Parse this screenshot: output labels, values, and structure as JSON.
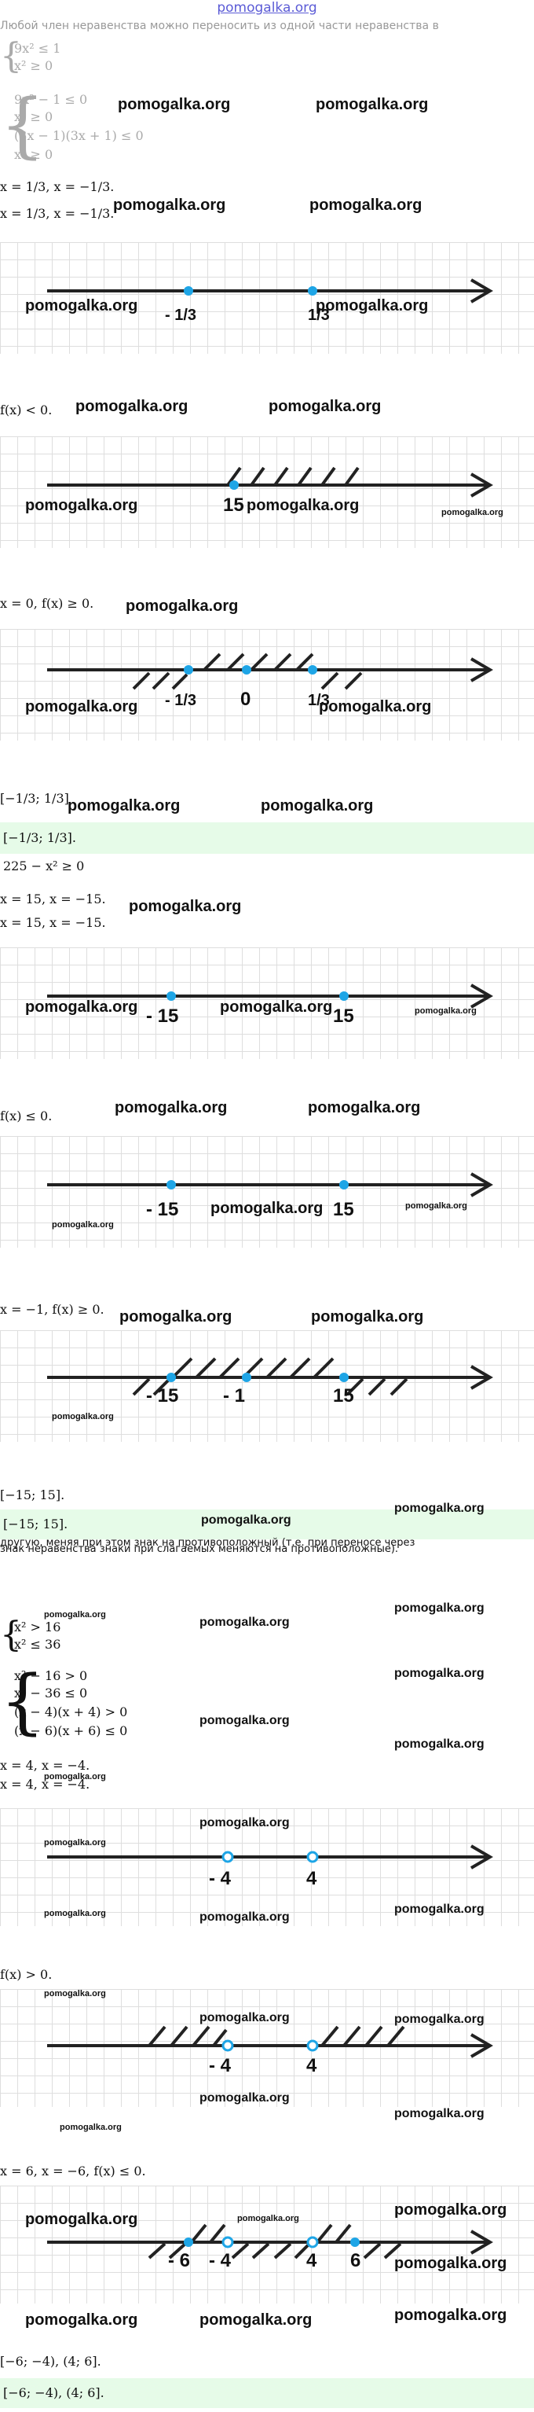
{
  "site_title": "pomogalka.org",
  "watermark": "pomogalka.org",
  "intro_text": "Любой член неравенства можно переносить из одной части неравенства в",
  "intro_text_2": "другую, меняя при этом знак на противоположный (т.е. при переносе через",
  "intro_text_3": "знак неравенства знаки при слагаемых меняются на противоположные).",
  "task1": {
    "system1": [
      "9x² ≤ 1",
      "x² ≥ 0"
    ],
    "system2": [
      "9x² − 1 ≤ 0",
      "x² ≥ 0",
      "(3x − 1)(3x + 1) ≤ 0",
      "x² ≥ 0"
    ],
    "roots_line": "x = 1/3, x = −1/3.",
    "roots_line_2": "x = 1/3, x = −1/3.",
    "sign_line": "f(x) < 0.",
    "check_line": "x = 0, f(x) ≥ 0.",
    "answer": "[−1/3; 1/3]",
    "answer_box": "[−1/3; 1/3].",
    "labels": {
      "neg_third": "- 1/3",
      "third": "1/3",
      "fifteen": "15",
      "zero": "0"
    }
  },
  "task2": {
    "system_line": "225 − x² ≥ 0",
    "roots_line": "x = 15, x = −15.",
    "roots_line_2": "x = 15, x = −15.",
    "sign_line": "f(x) ≤ 0.",
    "check_line": "x = −1, f(x) ≥ 0.",
    "answer": "[−15; 15].",
    "answer_box": "[−15; 15].",
    "labels": {
      "neg15": "- 15",
      "pos15": "15",
      "neg1": "- 1"
    }
  },
  "task3": {
    "system1": [
      "x² > 16",
      "x² ≤ 36"
    ],
    "system2": [
      "x² − 16 > 0",
      "x² − 36 ≤ 0",
      "(x − 4)(x + 4) > 0",
      "(x − 6)(x + 6) ≤ 0"
    ],
    "roots_line": "x = 4, x = −4.",
    "roots_line_2": "x = 4, x = −4.",
    "sign_line": "f(x) > 0.",
    "check_line": "x = 6, x = −6, f(x) ≤ 0.",
    "answer": "[−6; −4), (4; 6].",
    "answer_box": "[−6; −4), (4; 6].",
    "labels": {
      "neg4": "- 4",
      "pos4": "4",
      "neg6": "- 6",
      "pos6": "6"
    }
  },
  "colors": {
    "point": "#1ea5e6",
    "answer_bg": "#e6fbe8",
    "grid": "#dedede",
    "link": "#5b5bd6"
  }
}
